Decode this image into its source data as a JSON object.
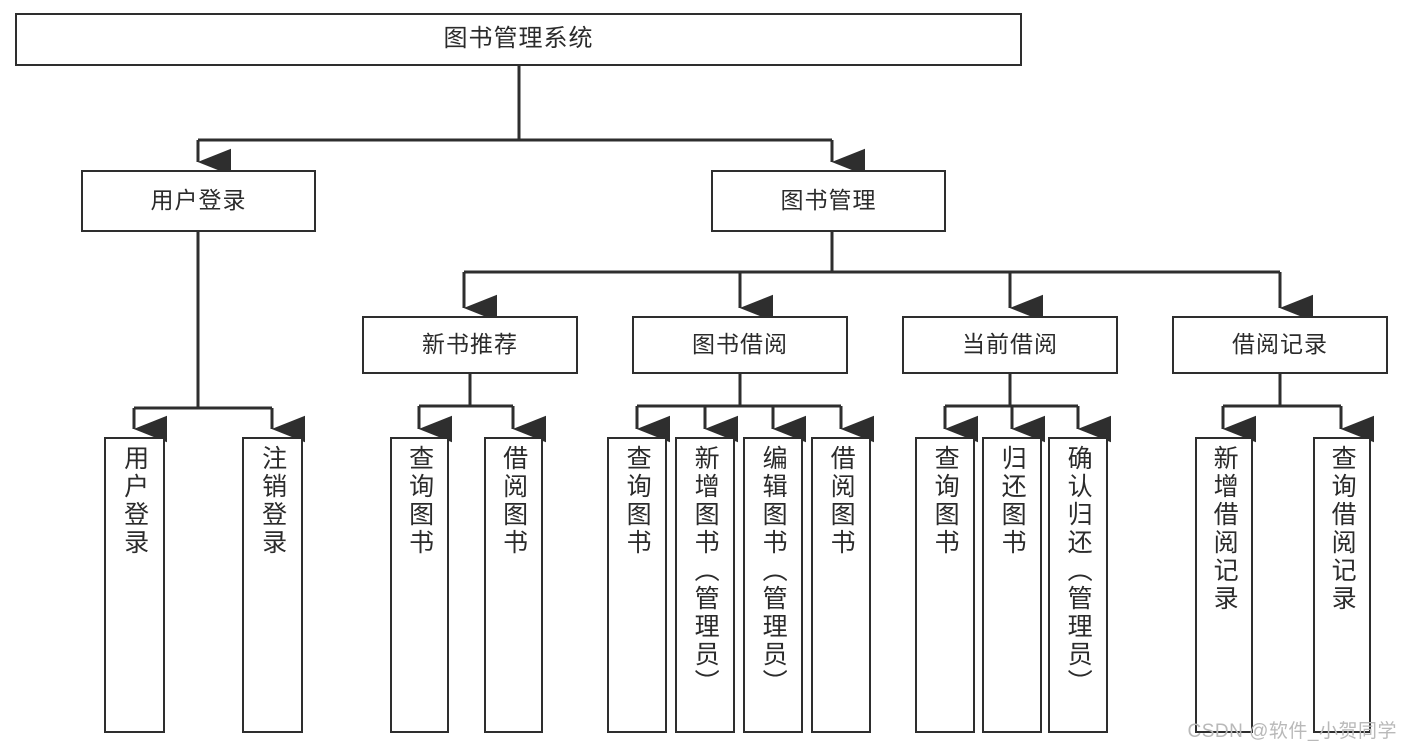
{
  "diagram": {
    "title": "图书管理系统",
    "type": "tree-hierarchy-diagram",
    "background_color": "#ffffff",
    "line_color": "#2e2e2e",
    "text_color": "#2b2b2b",
    "root": {
      "label": "图书管理系统"
    },
    "level2": [
      {
        "label": "用户登录"
      },
      {
        "label": "图书管理"
      }
    ],
    "level3": [
      {
        "label": "新书推荐"
      },
      {
        "label": "图书借阅"
      },
      {
        "label": "当前借阅"
      },
      {
        "label": "借阅记录"
      }
    ],
    "leaves": {
      "user_login": [
        {
          "label": "用户登录"
        },
        {
          "label": "注销登录"
        }
      ],
      "new_book_recommend": [
        {
          "label": "查询图书"
        },
        {
          "label": "借阅图书"
        }
      ],
      "book_borrow": [
        {
          "label": "查询图书"
        },
        {
          "label": "新增图书（管理员）"
        },
        {
          "label": "编辑图书（管理员）"
        },
        {
          "label": "借阅图书"
        }
      ],
      "current_borrow": [
        {
          "label": "查询图书"
        },
        {
          "label": "归还图书"
        },
        {
          "label": "确认归还（管理员）"
        }
      ],
      "borrow_record": [
        {
          "label": "新增借阅记录"
        },
        {
          "label": "查询借阅记录"
        }
      ]
    }
  },
  "watermark": {
    "text": "CSDN @软件_小贺同学"
  }
}
